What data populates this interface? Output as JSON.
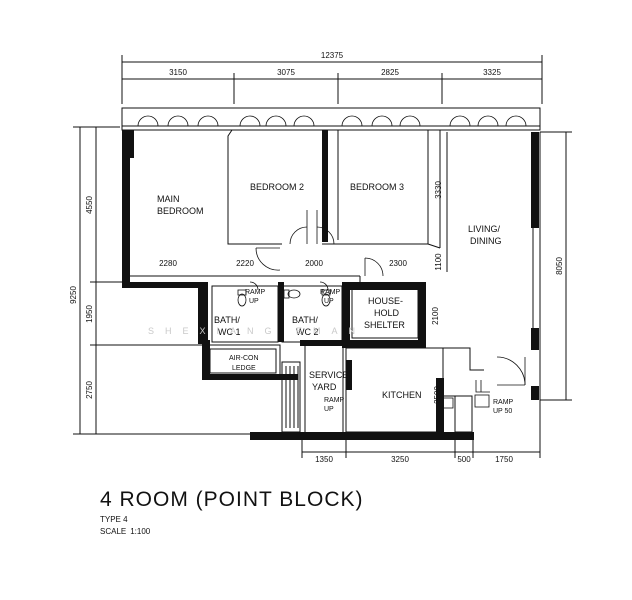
{
  "plan": {
    "title": "4 ROOM (POINT BLOCK)",
    "type": "TYPE 4",
    "scale_label": "SCALE",
    "scale_value": "1:100",
    "watermark": "SHEXIANG EMAN",
    "rooms": {
      "main_bedroom": [
        "MAIN",
        "BEDROOM"
      ],
      "bedroom_2": "BEDROOM 2",
      "bedroom_3": "BEDROOM 3",
      "living_dining": [
        "LIVING/",
        "DINING"
      ],
      "bath_wc_1": [
        "BATH/",
        "WC 1"
      ],
      "bath_wc_2": [
        "BATH/",
        "WC 2"
      ],
      "household_shelter": [
        "HOUSE-",
        "HOLD",
        "SHELTER"
      ],
      "aircon_ledge": [
        "AIR-CON",
        "LEDGE"
      ],
      "service_yard": [
        "SERVICE",
        "YARD"
      ],
      "kitchen": "KITCHEN"
    },
    "ramps": {
      "ramp_bath1": [
        "RAMP",
        "UP"
      ],
      "ramp_bath2": [
        "RAMP",
        "UP"
      ],
      "ramp_yard": [
        "RAMP",
        "UP"
      ],
      "ramp_entry": [
        "RAMP",
        "UP 50"
      ]
    },
    "dimensions": {
      "top_total": "12375",
      "top_segments": [
        "3150",
        "3075",
        "2825",
        "3325"
      ],
      "left_total": "9250",
      "left_segments": [
        "4550",
        "1950",
        "2750"
      ],
      "right_total": "8050",
      "bottom_segments": [
        "1350",
        "3250",
        "500",
        "1750"
      ],
      "internal": [
        "2280",
        "2220",
        "2000",
        "2300",
        "3330",
        "1100",
        "2100",
        "2500"
      ]
    }
  }
}
